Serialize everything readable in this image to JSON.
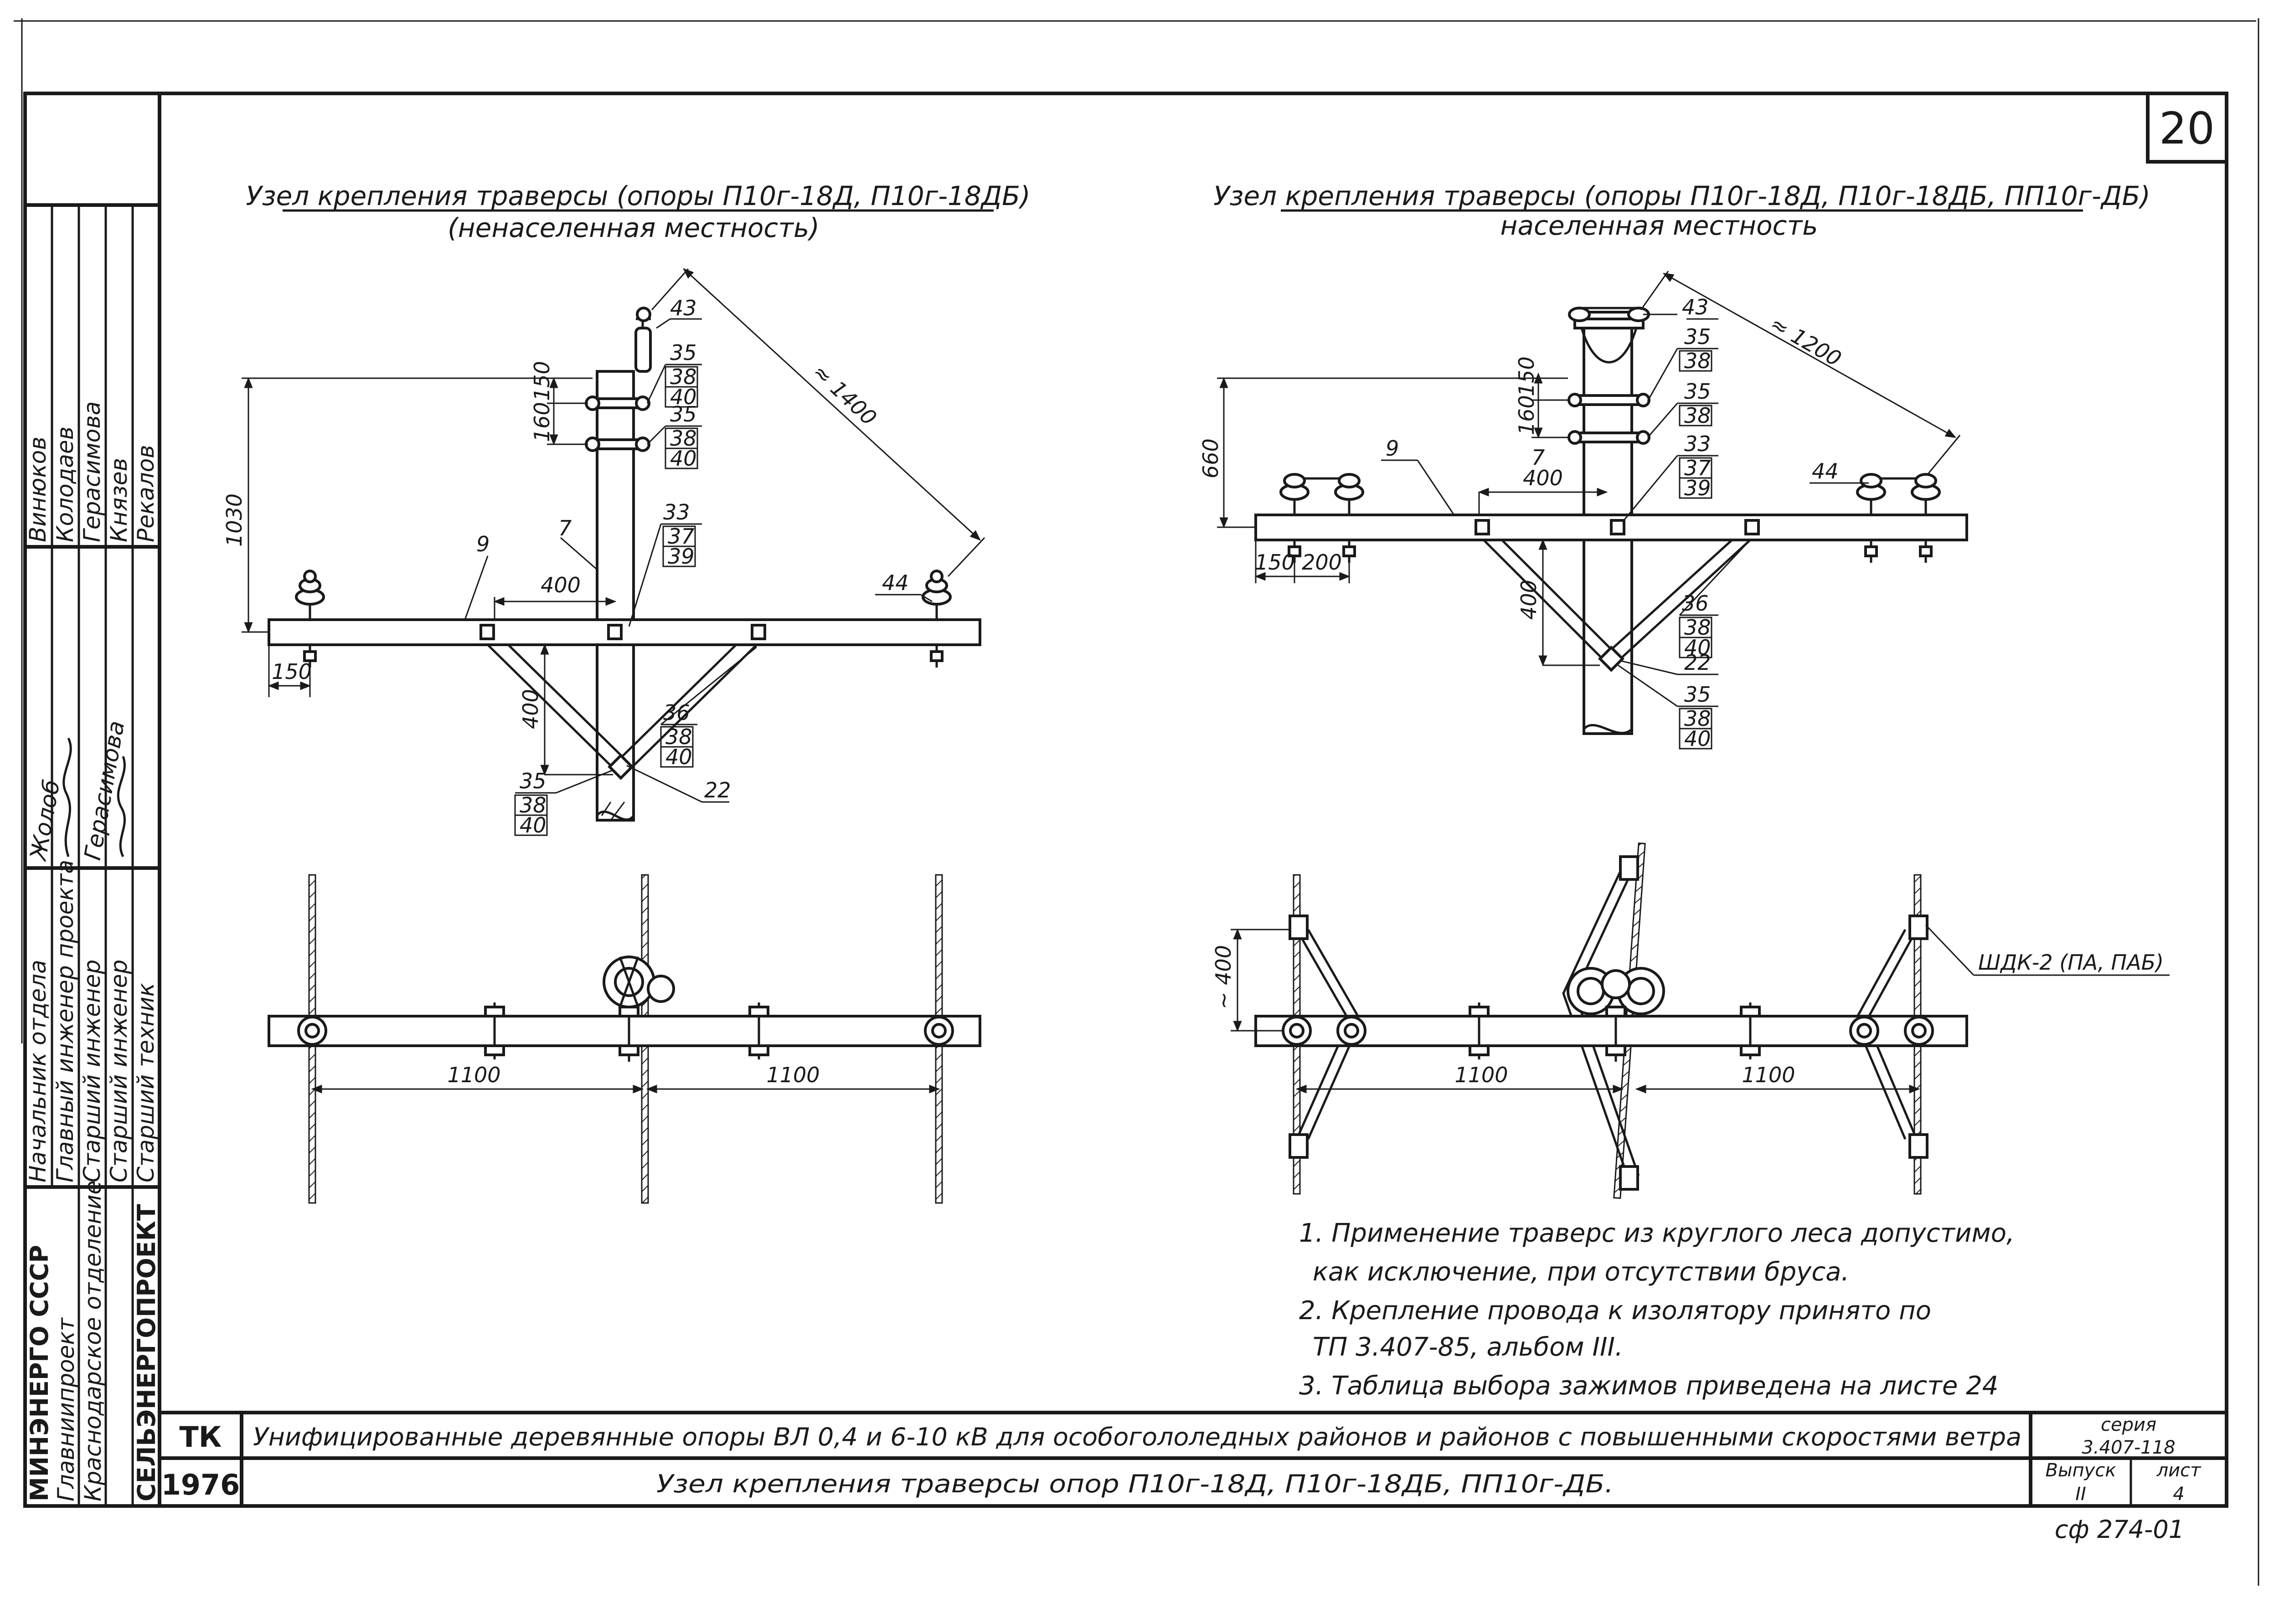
{
  "sheet_number": "20",
  "view_left": {
    "title": "Узел крепления траверсы (опоры П10г-18Д, П10г-18ДБ)",
    "subtitle": "(ненаселенная местность)",
    "dims": {
      "d1030": "1030",
      "d160": "160",
      "d150a": "150",
      "d400h": "400",
      "d400v": "400",
      "d150": "150",
      "d1400": "≈ 1400"
    },
    "callouts": {
      "c43": "43",
      "c35a": "35",
      "c38a": "38",
      "c40a": "40",
      "c35b": "35",
      "c38b": "38",
      "c40b": "40",
      "c9": "9",
      "c7": "7",
      "c33": "33",
      "c37": "37",
      "c39": "39",
      "c44": "44",
      "c36": "36",
      "c38c": "38",
      "c40c": "40",
      "c22": "22",
      "c35c": "35",
      "c38d": "38",
      "c40d": "40"
    }
  },
  "view_right": {
    "title": "Узел крепления траверсы (опоры П10г-18Д, П10г-18ДБ, ПП10г-ДБ)",
    "subtitle": "населенная местность",
    "dims": {
      "d660": "660",
      "d160": "160",
      "d150a": "150",
      "d400h": "400",
      "d400v": "400",
      "d150": "150",
      "d200": "200",
      "d1200": "≈ 1200",
      "d7": "7"
    },
    "callouts": {
      "c43": "43",
      "c35a": "35",
      "c38a": "38",
      "c35b": "35",
      "c38b": "38",
      "c9": "9",
      "c33": "33",
      "c37": "37",
      "c39": "39",
      "c44": "44",
      "c36": "36",
      "c38c": "38",
      "c40c": "40",
      "c22": "22",
      "c35c": "35",
      "c38d": "38",
      "c40d": "40"
    }
  },
  "plan_left": {
    "d1100a": "1100",
    "d1100b": "1100"
  },
  "plan_right": {
    "d400": "~ 400",
    "d1100a": "1100",
    "d1100b": "1100",
    "clamp_label": "ШДК-2 (ПА, ПАБ)"
  },
  "notes": [
    "1. Применение траверс из круглого леса допустимо,",
    "как исключение, при отсутствии бруса.",
    "2. Крепление провода к изолятору принято по",
    "ТП 3.407-85, альбом III.",
    "3. Таблица выбора зажимов приведена на листе 24"
  ],
  "stamp": {
    "org1": "МИНЭНЕРГО СССР",
    "org2": "Главниипроект",
    "org3": "Краснодарское отделение",
    "org4": "СЕЛЬЭНЕРГОПРОЕКТ",
    "positions": [
      "Начальник отдела",
      "Главный инженер проекта",
      "Старший инженер",
      "Старший инженер",
      "Старший техник"
    ],
    "names": [
      "Винюков",
      "Колодаев",
      "Герасимова",
      "Князев",
      "Рекалов"
    ],
    "signatures": [
      "Жолоб",
      "",
      "Герасимова",
      ""
    ]
  },
  "title_block": {
    "tk": "ТК",
    "year": "1976",
    "line1": "Унифицированные деревянные опоры ВЛ 0,4 и 6-10 кВ для особогололедных районов и районов с повышенными скоростями ветра",
    "line2": "Узел крепления траверсы опор П10г-18Д, П10г-18ДБ, ПП10г-ДБ.",
    "series_label": "серия",
    "series_value": "3.407-118",
    "issue_label": "Выпуск",
    "issue_value": "II",
    "sheet_label": "лист",
    "sheet_value": "4"
  },
  "doc_code": "сф 274-01"
}
